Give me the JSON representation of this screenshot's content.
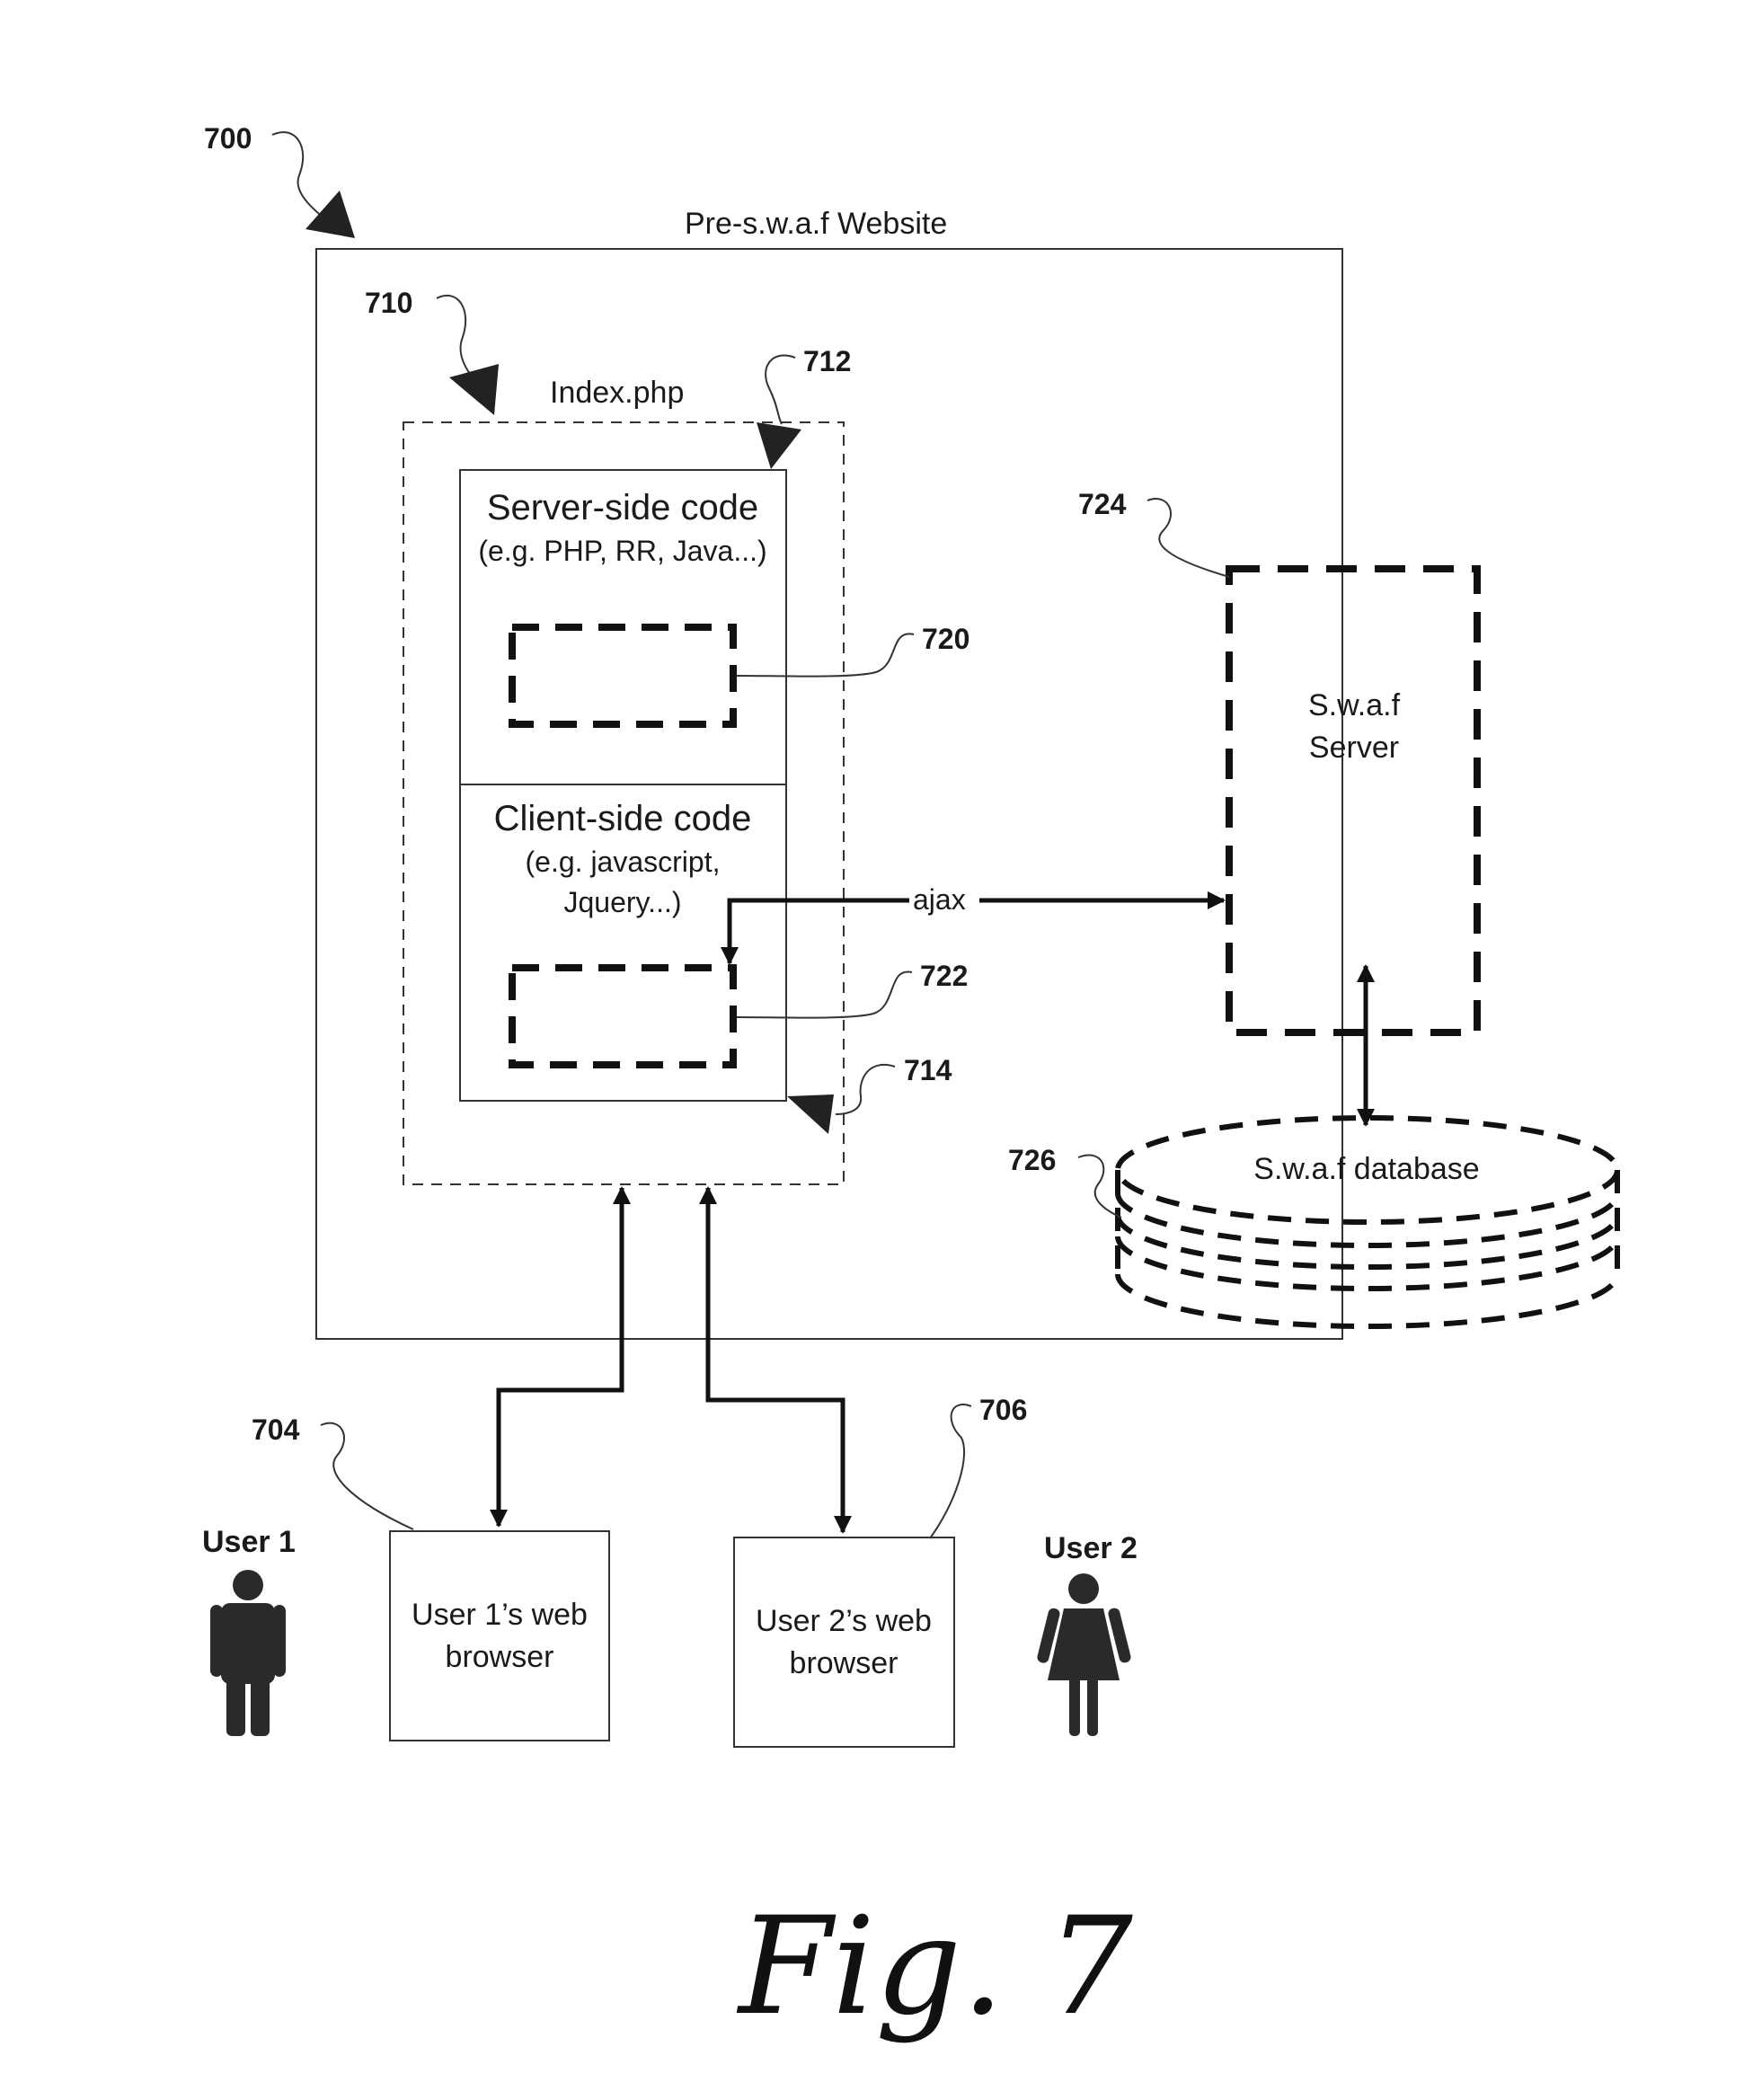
{
  "refs": {
    "r700": "700",
    "r710": "710",
    "r712": "712",
    "r714": "714",
    "r720": "720",
    "r722": "722",
    "r724": "724",
    "r726": "726",
    "r704": "704",
    "r706": "706"
  },
  "website": {
    "title": "Pre-s.w.a.f Website"
  },
  "index": {
    "title": "Index.php"
  },
  "server_code": {
    "title": "Server-side code",
    "sub": "(e.g. PHP, RR, Java...)"
  },
  "client_code": {
    "title": "Client-side code",
    "sub1": "(e.g. javascript,",
    "sub2": "Jquery...)"
  },
  "ajax": {
    "label": "ajax"
  },
  "swaf_server": {
    "line1": "S.w.a.f",
    "line2": "Server"
  },
  "swaf_db": {
    "label": "S.w.a.f database"
  },
  "users": {
    "user1": "User 1",
    "user2": "User 2",
    "browser1_line1": "User 1’s web",
    "browser1_line2": "browser",
    "browser2_line1": "User 2’s web",
    "browser2_line2": "browser"
  },
  "figure": {
    "caption": "Fig. 7"
  }
}
